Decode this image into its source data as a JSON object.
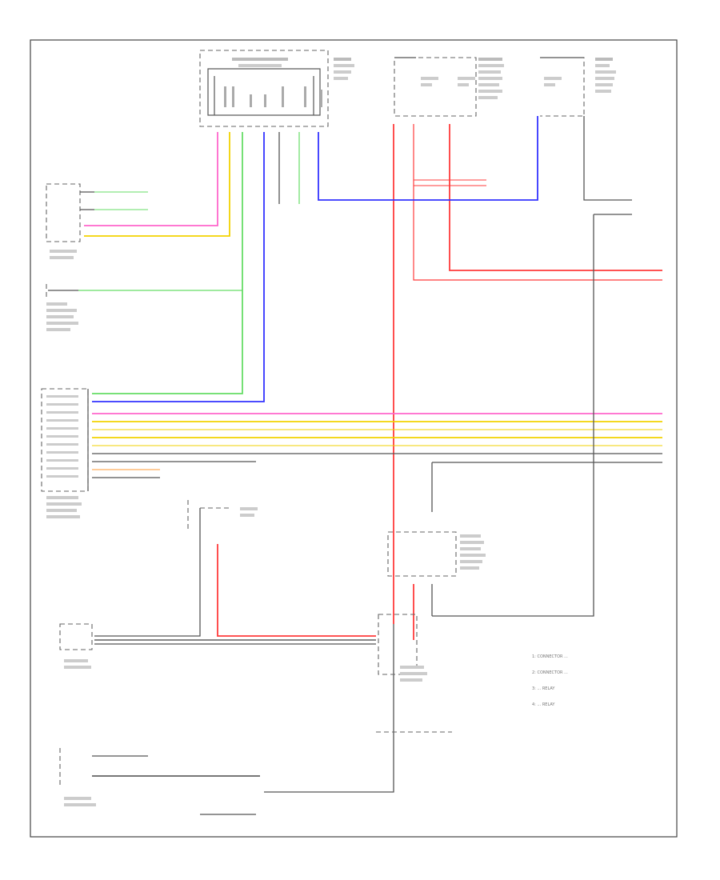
{
  "legend": {
    "items": [
      "1: CONNECTOR ...",
      "2: CONNECTOR ...",
      "3: ... RELAY",
      "4: ... RELAY"
    ]
  },
  "footer": {
    "code": ""
  },
  "colors": {
    "red": "#ff3b3b",
    "pink": "#ff66cc",
    "yellow": "#f2d200",
    "green": "#66dd66",
    "blue": "#3333ff",
    "orange": "#ff9a33",
    "gray": "#666666"
  }
}
